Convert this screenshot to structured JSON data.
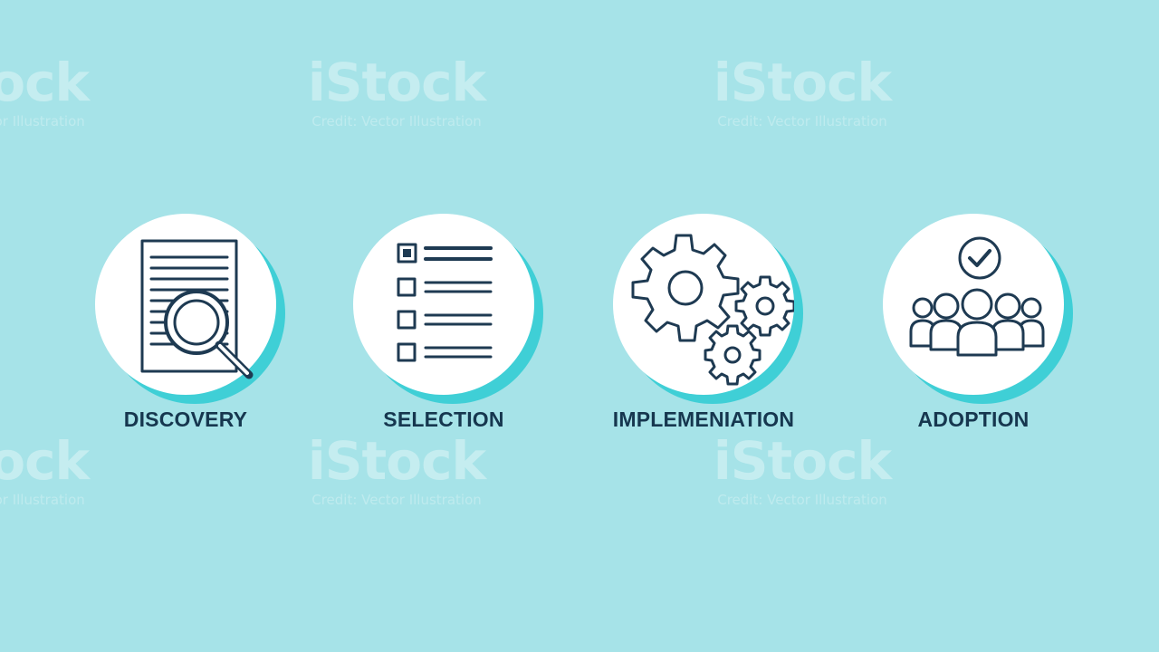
{
  "watermarks": [
    {
      "logo": "iStock",
      "credit": "Credit: Vector Illustration"
    },
    {
      "logo": "iStock",
      "credit": "Credit: Vector Illustration"
    },
    {
      "logo": "iStock",
      "credit": "Credit: Vector Illustration"
    },
    {
      "logo": "iStock",
      "credit": "Credit: Vector Illustration"
    },
    {
      "logo": "iStock",
      "credit": "Credit: Vector Illustration"
    },
    {
      "logo": "iStock",
      "credit": "Credit: Vector Illustration"
    }
  ],
  "colors": {
    "background": "#a6e3e8",
    "disc": "#ffffff",
    "disc_shadow": "#3fcfd6",
    "icon_stroke": "#1e3a52",
    "label": "#16374f"
  },
  "steps": [
    {
      "label": "DISCOVERY",
      "icon": "document-magnifier-icon"
    },
    {
      "label": "SELECTION",
      "icon": "checklist-icon"
    },
    {
      "label": "IMPLEMENIATION",
      "icon": "gears-icon"
    },
    {
      "label": "ADOPTION",
      "icon": "team-check-icon"
    }
  ]
}
